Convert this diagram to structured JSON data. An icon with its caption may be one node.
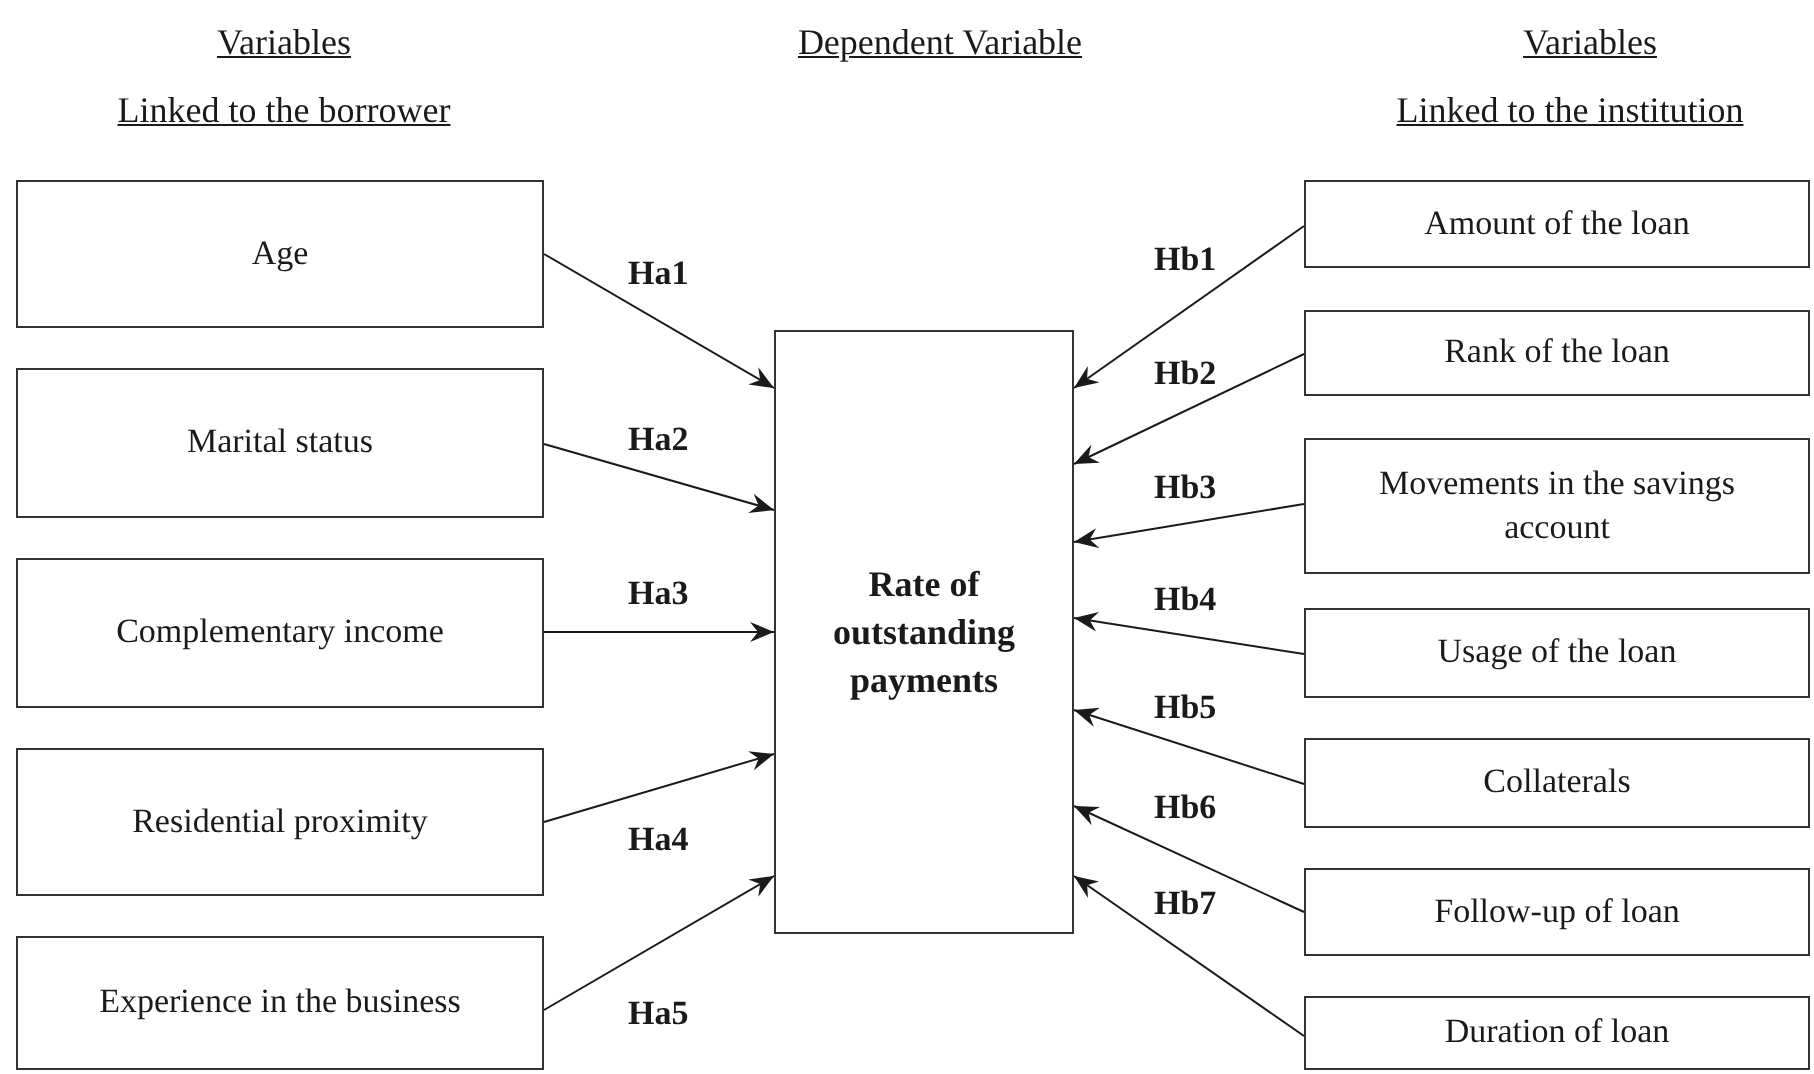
{
  "diagram": {
    "nodes": [
      {
        "text": [
          "Age"
        ]
      },
      {
        "text": [
          "Marital status"
        ]
      },
      {
        "text": [
          "Complementary income"
        ]
      },
      {
        "text": [
          "Residential proximity"
        ]
      },
      {
        "text": [
          "Experience in the business"
        ]
      },
      {
        "text": [
          "Rate of outstanding payments"
        ]
      },
      {
        "text": [
          "Amount of the loan"
        ]
      },
      {
        "text": [
          "Rank of the loan"
        ]
      },
      {
        "text": [
          "Movements in the savings account"
        ]
      },
      {
        "text": [
          "Usage of the loan"
        ]
      },
      {
        "text": [
          "Collaterals"
        ]
      },
      {
        "text": [
          "Follow-up of loan"
        ]
      },
      {
        "text": [
          "Duration of loan"
        ]
      }
    ],
    "edges": [
      {
        "from": 0,
        "to": 5,
        "arrow": "to",
        "label": "Ha1"
      },
      {
        "from": 1,
        "to": 5,
        "arrow": "to",
        "label": "Ha2"
      },
      {
        "from": 2,
        "to": 5,
        "arrow": "to",
        "label": "Ha3"
      },
      {
        "from": 3,
        "to": 5,
        "arrow": "to",
        "label": "Ha4"
      },
      {
        "from": 4,
        "to": 5,
        "arrow": "to",
        "label": "Ha5"
      },
      {
        "from": 6,
        "to": 5,
        "arrow": "to",
        "label": "Hb1"
      },
      {
        "from": 7,
        "to": 5,
        "arrow": "to",
        "label": "Hb2"
      },
      {
        "from": 8,
        "to": 5,
        "arrow": "to",
        "label": "Hb3"
      },
      {
        "from": 9,
        "to": 5,
        "arrow": "to",
        "label": "Hb4"
      },
      {
        "from": 10,
        "to": 5,
        "arrow": "to",
        "label": "Hb5"
      },
      {
        "from": 11,
        "to": 5,
        "arrow": "to",
        "label": "Hb6"
      },
      {
        "from": 12,
        "to": 5,
        "arrow": "to",
        "label": "Hb7"
      }
    ],
    "labels": [
      "Variables",
      "Dependent Variable",
      "Variables",
      "Linked to the borrower",
      "Linked to the institution"
    ]
  }
}
